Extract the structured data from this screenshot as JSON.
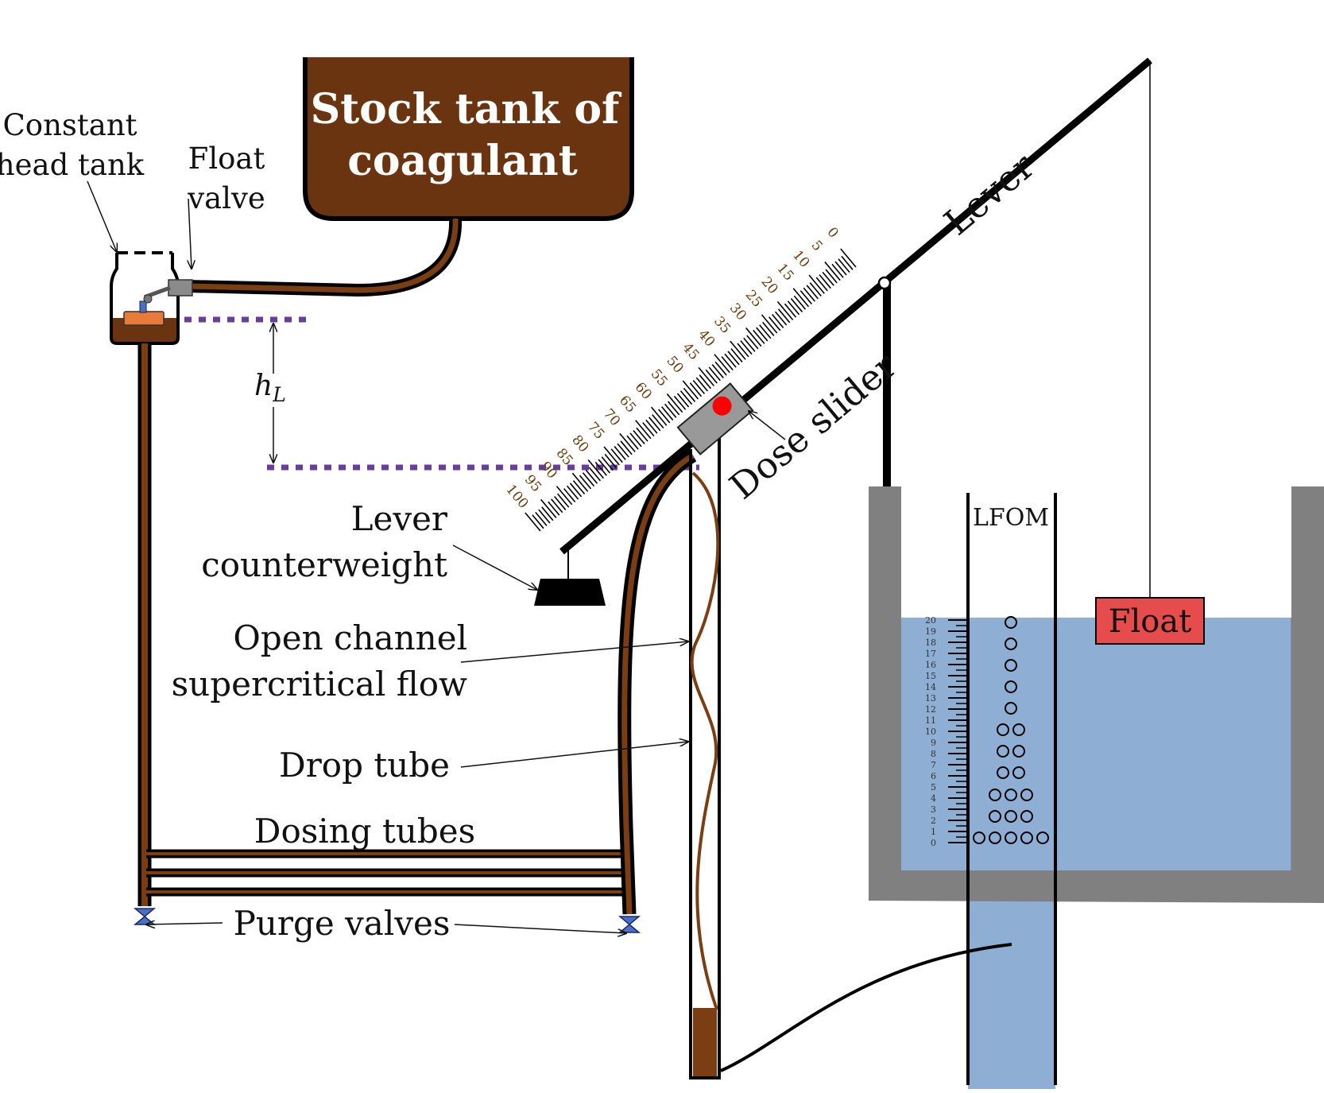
{
  "labels": {
    "stock_tank": [
      "Stock tank of",
      "coagulant"
    ],
    "constant_head_tank": [
      "Constant",
      "head tank"
    ],
    "float_valve": [
      "Float",
      "valve"
    ],
    "head_loss_symbol": "h",
    "head_loss_subscript": "L",
    "lever": "Lever",
    "dose_slider": "Dose slider",
    "lever_counterweight": [
      "Lever",
      "counterweight"
    ],
    "open_channel": [
      "Open channel",
      "supercritical flow"
    ],
    "drop_tube": "Drop tube",
    "dosing_tubes": "Dosing tubes",
    "purge_valves": "Purge valves",
    "lfom": "LFOM",
    "float": "Float"
  },
  "lever_scale": [
    "0",
    "5",
    "10",
    "15",
    "20",
    "25",
    "30",
    "35",
    "40",
    "45",
    "50",
    "55",
    "60",
    "65",
    "70",
    "75",
    "80",
    "85",
    "90",
    "95",
    "100"
  ],
  "lfom_scale": [
    "20",
    "19",
    "18",
    "17",
    "16",
    "15",
    "14",
    "13",
    "12",
    "11",
    "10",
    "9",
    "8",
    "7",
    "6",
    "5",
    "4",
    "3",
    "2",
    "1",
    "0"
  ],
  "lfom_orifice_rows": [
    1,
    1,
    1,
    1,
    1,
    2,
    2,
    2,
    3,
    3,
    5
  ],
  "colors": {
    "coagulant": "#6b3410",
    "tube": "#7a3e12",
    "water": "#8eaed4",
    "tank_wall": "#808080",
    "level_line": "#6a3d9a",
    "slider_dot": "#ff0000",
    "float_fill": "#e74c4c",
    "float_element": "#e87a3a",
    "valve": "#4a6fc9"
  }
}
